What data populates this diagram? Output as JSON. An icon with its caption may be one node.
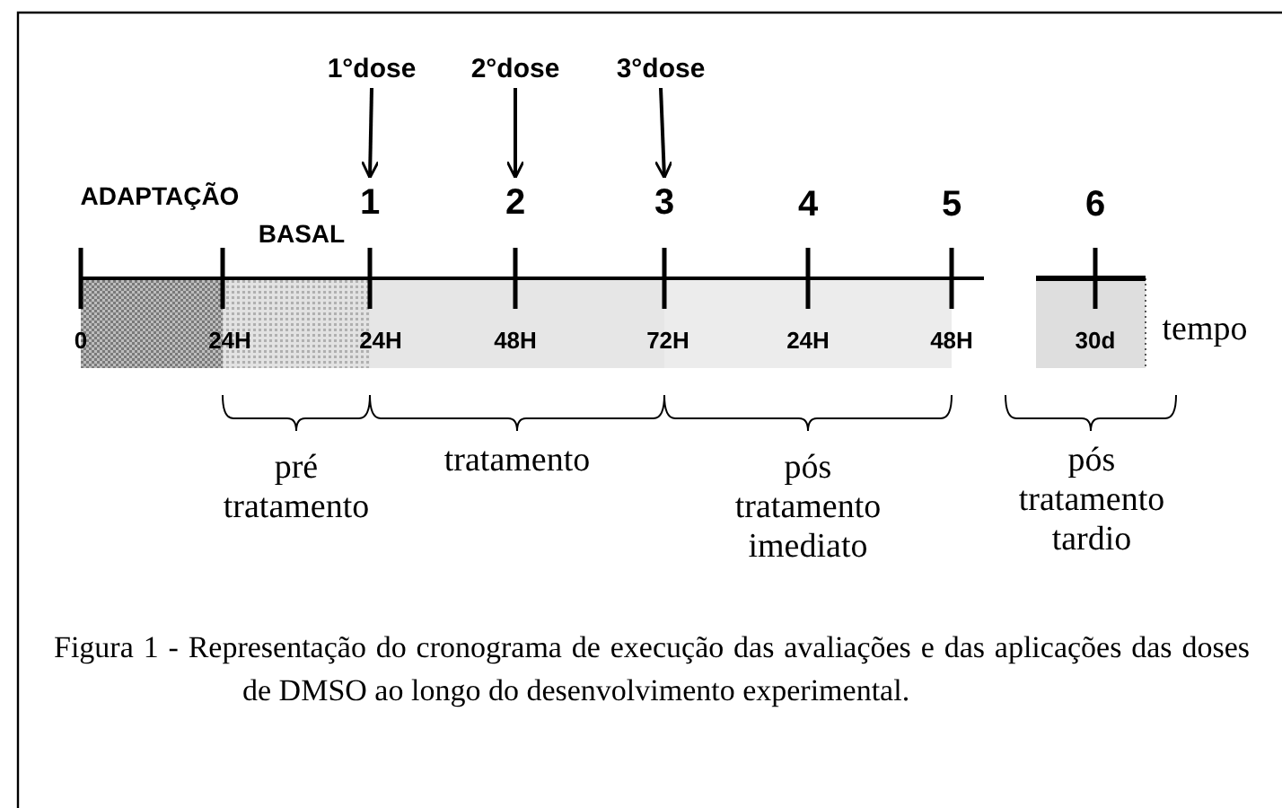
{
  "diagram": {
    "caption": "Figura 1 - Representação do cronograma de execução das avaliações e das aplicações das doses de DMSO ao longo do desenvolvimento experimental.",
    "nodes": [
      {
        "text": [
          "1°dose"
        ]
      },
      {
        "text": [
          "2°dose"
        ]
      },
      {
        "text": [
          "3°dose"
        ]
      },
      {
        "text": [
          "1"
        ]
      },
      {
        "text": [
          "2"
        ]
      },
      {
        "text": [
          "3"
        ]
      }
    ],
    "edges": [
      {
        "from": 0,
        "to": 3,
        "arrow": "to"
      },
      {
        "from": 1,
        "to": 4,
        "arrow": "to"
      },
      {
        "from": 2,
        "to": 5,
        "arrow": "to"
      }
    ],
    "labels": [
      "ADAPTAÇÃO",
      "4",
      "5",
      "6",
      "BASAL",
      "0",
      "24H",
      "24H",
      "48H",
      "72H",
      "24H",
      "48H",
      "30d",
      "tempo",
      "pré tratamento",
      "tratamento",
      "pós tratamento imediato",
      "pós tratamento tardio"
    ]
  }
}
